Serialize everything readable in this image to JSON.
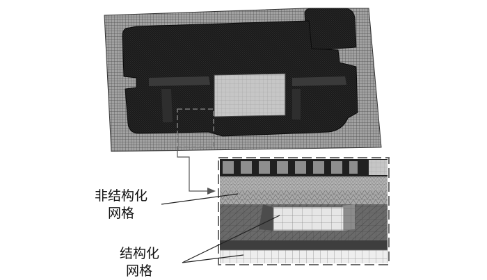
{
  "labels": {
    "unstructured_line1": "非结构化",
    "unstructured_line2": "网格",
    "structured_line1": "结构化",
    "structured_line2": "网格"
  },
  "colors": {
    "background": "#ffffff",
    "mesh_light": "#9a9a9a",
    "mesh_dark": "#1c1c1c",
    "mesh_lines": "#5a5a5a",
    "die_face": "#c4c4c4",
    "structured_block": "#e8e8e8",
    "leader_lines": "#222222",
    "callout_dash": "#777777"
  },
  "icons": {
    "callout_arrow": "arrow-right-icon"
  }
}
